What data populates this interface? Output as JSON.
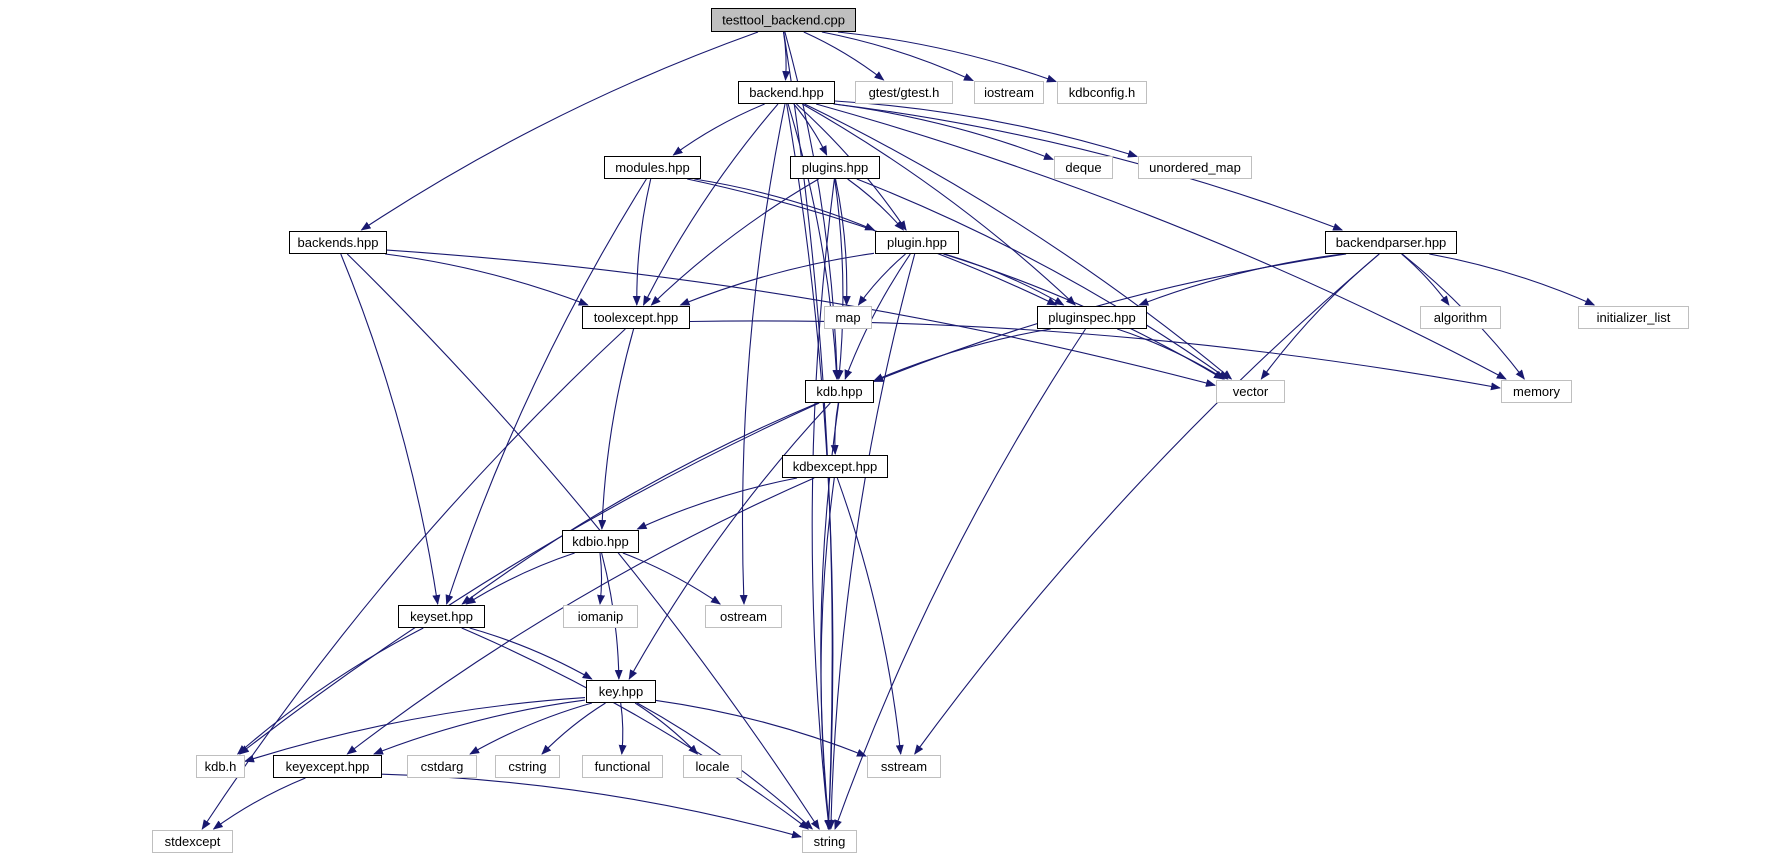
{
  "diagram": {
    "colors": {
      "edge": "#191970",
      "root_fill": "#bfbfbf",
      "node_border": "#000000",
      "external_border": "#bfbfbf"
    },
    "nodes": [
      {
        "id": "testtool",
        "label": "testtool_backend.cpp",
        "kind": "root"
      },
      {
        "id": "backend",
        "label": "backend.hpp",
        "kind": "file"
      },
      {
        "id": "gtest",
        "label": "gtest/gtest.h",
        "kind": "external"
      },
      {
        "id": "iostream",
        "label": "iostream",
        "kind": "external"
      },
      {
        "id": "kdbconfig",
        "label": "kdbconfig.h",
        "kind": "external"
      },
      {
        "id": "modules",
        "label": "modules.hpp",
        "kind": "file"
      },
      {
        "id": "plugins",
        "label": "plugins.hpp",
        "kind": "file"
      },
      {
        "id": "deque",
        "label": "deque",
        "kind": "external"
      },
      {
        "id": "unordered_map",
        "label": "unordered_map",
        "kind": "external"
      },
      {
        "id": "backends",
        "label": "backends.hpp",
        "kind": "file"
      },
      {
        "id": "plugin",
        "label": "plugin.hpp",
        "kind": "file"
      },
      {
        "id": "backendparser",
        "label": "backendparser.hpp",
        "kind": "file"
      },
      {
        "id": "toolexcept",
        "label": "toolexcept.hpp",
        "kind": "file"
      },
      {
        "id": "map",
        "label": "map",
        "kind": "external"
      },
      {
        "id": "pluginspec",
        "label": "pluginspec.hpp",
        "kind": "file"
      },
      {
        "id": "algorithm",
        "label": "algorithm",
        "kind": "external"
      },
      {
        "id": "initializer_list",
        "label": "initializer_list",
        "kind": "external"
      },
      {
        "id": "kdb",
        "label": "kdb.hpp",
        "kind": "file"
      },
      {
        "id": "vector",
        "label": "vector",
        "kind": "external"
      },
      {
        "id": "memory",
        "label": "memory",
        "kind": "external"
      },
      {
        "id": "kdbexcept",
        "label": "kdbexcept.hpp",
        "kind": "file"
      },
      {
        "id": "kdbio",
        "label": "kdbio.hpp",
        "kind": "file"
      },
      {
        "id": "keyset",
        "label": "keyset.hpp",
        "kind": "file"
      },
      {
        "id": "iomanip",
        "label": "iomanip",
        "kind": "external"
      },
      {
        "id": "ostream",
        "label": "ostream",
        "kind": "external"
      },
      {
        "id": "key",
        "label": "key.hpp",
        "kind": "file"
      },
      {
        "id": "kdbh",
        "label": "kdb.h",
        "kind": "external"
      },
      {
        "id": "keyexcept",
        "label": "keyexcept.hpp",
        "kind": "file"
      },
      {
        "id": "cstdarg",
        "label": "cstdarg",
        "kind": "external"
      },
      {
        "id": "cstring",
        "label": "cstring",
        "kind": "external"
      },
      {
        "id": "functional",
        "label": "functional",
        "kind": "external"
      },
      {
        "id": "locale",
        "label": "locale",
        "kind": "external"
      },
      {
        "id": "sstream",
        "label": "sstream",
        "kind": "external"
      },
      {
        "id": "stdexcept",
        "label": "stdexcept",
        "kind": "external"
      },
      {
        "id": "string",
        "label": "string",
        "kind": "external"
      }
    ],
    "edges": [
      [
        "testtool",
        "backend"
      ],
      [
        "testtool",
        "gtest"
      ],
      [
        "testtool",
        "iostream"
      ],
      [
        "testtool",
        "kdbconfig"
      ],
      [
        "testtool",
        "backends"
      ],
      [
        "testtool",
        "kdb"
      ],
      [
        "testtool",
        "string"
      ],
      [
        "backend",
        "modules"
      ],
      [
        "backend",
        "plugins"
      ],
      [
        "backend",
        "deque"
      ],
      [
        "backend",
        "unordered_map"
      ],
      [
        "backend",
        "backendparser"
      ],
      [
        "backend",
        "toolexcept"
      ],
      [
        "backend",
        "plugin"
      ],
      [
        "backend",
        "pluginspec"
      ],
      [
        "backend",
        "kdb"
      ],
      [
        "backend",
        "vector"
      ],
      [
        "backend",
        "memory"
      ],
      [
        "backend",
        "string"
      ],
      [
        "backend",
        "ostream"
      ],
      [
        "modules",
        "plugin"
      ],
      [
        "modules",
        "toolexcept"
      ],
      [
        "modules",
        "pluginspec"
      ],
      [
        "modules",
        "keyset"
      ],
      [
        "plugins",
        "plugin"
      ],
      [
        "plugins",
        "toolexcept"
      ],
      [
        "plugins",
        "map"
      ],
      [
        "plugins",
        "kdb"
      ],
      [
        "plugins",
        "vector"
      ],
      [
        "plugins",
        "string"
      ],
      [
        "backends",
        "toolexcept"
      ],
      [
        "backends",
        "keyset"
      ],
      [
        "backends",
        "vector"
      ],
      [
        "backends",
        "string"
      ],
      [
        "plugin",
        "toolexcept"
      ],
      [
        "plugin",
        "map"
      ],
      [
        "plugin",
        "pluginspec"
      ],
      [
        "plugin",
        "kdb"
      ],
      [
        "plugin",
        "vector"
      ],
      [
        "plugin",
        "string"
      ],
      [
        "backendparser",
        "pluginspec"
      ],
      [
        "backendparser",
        "kdb"
      ],
      [
        "backendparser",
        "algorithm"
      ],
      [
        "backendparser",
        "initializer_list"
      ],
      [
        "backendparser",
        "vector"
      ],
      [
        "backendparser",
        "memory"
      ],
      [
        "backendparser",
        "sstream"
      ],
      [
        "toolexcept",
        "kdbio"
      ],
      [
        "toolexcept",
        "stdexcept"
      ],
      [
        "toolexcept",
        "memory"
      ],
      [
        "pluginspec",
        "kdb"
      ],
      [
        "pluginspec",
        "vector"
      ],
      [
        "pluginspec",
        "string"
      ],
      [
        "kdb",
        "kdbexcept"
      ],
      [
        "kdb",
        "keyset"
      ],
      [
        "kdb",
        "kdbh"
      ],
      [
        "kdb",
        "key"
      ],
      [
        "kdb",
        "string"
      ],
      [
        "kdbexcept",
        "kdbio"
      ],
      [
        "kdbexcept",
        "keyexcept"
      ],
      [
        "kdbexcept",
        "sstream"
      ],
      [
        "kdbexcept",
        "string"
      ],
      [
        "kdbio",
        "keyset"
      ],
      [
        "kdbio",
        "iomanip"
      ],
      [
        "kdbio",
        "ostream"
      ],
      [
        "kdbio",
        "key"
      ],
      [
        "keyset",
        "key"
      ],
      [
        "keyset",
        "kdbh"
      ],
      [
        "keyset",
        "string"
      ],
      [
        "key",
        "kdbh"
      ],
      [
        "key",
        "keyexcept"
      ],
      [
        "key",
        "cstdarg"
      ],
      [
        "key",
        "cstring"
      ],
      [
        "key",
        "functional"
      ],
      [
        "key",
        "locale"
      ],
      [
        "key",
        "sstream"
      ],
      [
        "key",
        "string"
      ],
      [
        "keyexcept",
        "stdexcept"
      ],
      [
        "keyexcept",
        "string"
      ]
    ]
  }
}
